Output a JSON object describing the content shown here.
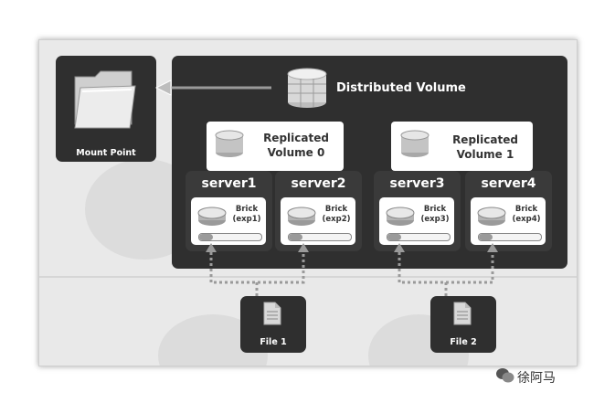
{
  "mount_point": {
    "label": "Mount Point",
    "icon": "folder-icon"
  },
  "distributed_volume": {
    "label": "Distributed Volume",
    "icon": "database-icon"
  },
  "replicated_volumes": [
    {
      "label_line1": "Replicated",
      "label_line2": "Volume 0"
    },
    {
      "label_line1": "Replicated",
      "label_line2": "Volume 1"
    }
  ],
  "servers": [
    {
      "name": "server1",
      "brick_line1": "Brick",
      "brick_line2": "(exp1)"
    },
    {
      "name": "server2",
      "brick_line1": "Brick",
      "brick_line2": "(exp2)"
    },
    {
      "name": "server3",
      "brick_line1": "Brick",
      "brick_line2": "(exp3)"
    },
    {
      "name": "server4",
      "brick_line1": "Brick",
      "brick_line2": "(exp4)"
    }
  ],
  "files": [
    {
      "label": "File 1",
      "icon": "document-icon"
    },
    {
      "label": "File 2",
      "icon": "document-icon"
    }
  ],
  "watermark": {
    "text": "徐阿马",
    "icon": "wechat-icon"
  },
  "colors": {
    "panel": "#2f2f2f",
    "card": "#ffffff",
    "arrow": "#9a9a9a",
    "background": "#e9e9e9"
  }
}
